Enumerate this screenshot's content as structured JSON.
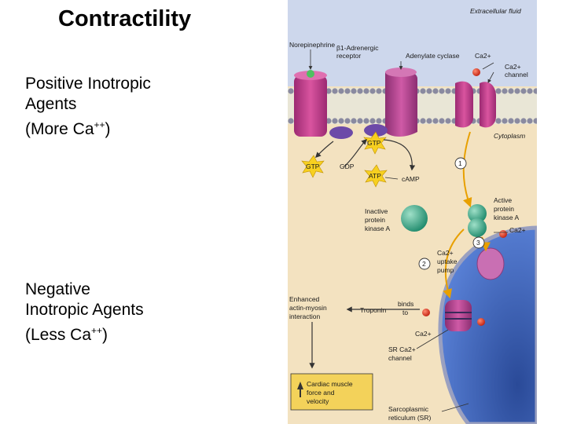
{
  "slide": {
    "title": "Contractility",
    "positive": {
      "line1": "Positive Inotropic",
      "line2": "Agents",
      "line3_pre": "(More Ca",
      "line3_sup": "++",
      "line3_post": ")"
    },
    "negative": {
      "line1": "Negative",
      "line2": "Inotropic Agents",
      "line3_pre": "(Less Ca",
      "line3_sup": "++",
      "line3_post": ")"
    }
  },
  "diagram": {
    "labels": {
      "extracellular": "Extracellular fluid",
      "norepinephrine": "Norepinephrine",
      "beta_receptor_1": "β1-Adrenergic",
      "beta_receptor_2": "receptor",
      "adenylate": "Adenylate cyclase",
      "ca_top": "Ca2+",
      "ca_channel_1": "Ca2+",
      "ca_channel_2": "channel",
      "cytoplasm": "Cytoplasm",
      "gtp_a": "GTP",
      "gtp_b": "GTP",
      "gdp": "GDP",
      "atp": "ATP",
      "camp": "cAMP",
      "step1": "1",
      "step2": "2",
      "step3": "3",
      "inactive_1": "Inactive",
      "inactive_2": "protein",
      "inactive_3": "kinase A",
      "active_1": "Active",
      "active_2": "protein",
      "active_3": "kinase A",
      "ca_mid": "Ca2+",
      "pump_1": "Ca2+",
      "pump_2": "uptake",
      "pump_3": "pump",
      "enhanced_1": "Enhanced",
      "enhanced_2": "actin-myosin",
      "enhanced_3": "interaction",
      "troponin": "Troponin",
      "binds_1": "binds",
      "binds_2": "to",
      "ca_low": "Ca2+",
      "sr_channel_1": "SR Ca2+",
      "sr_channel_2": "channel",
      "cardiac_1": "Cardiac muscle",
      "cardiac_2": "force and",
      "cardiac_3": "velocity",
      "sr_1": "Sarcoplasmic",
      "sr_2": "reticulum (SR)"
    }
  },
  "colors": {
    "background_left": "#ffffff",
    "fluid": "#cdd7ec",
    "cytoplasm": "#f3e2c0",
    "membrane_head": "#8a8aa0",
    "receptor": "#c23a8f",
    "adenylate": "#b84a97",
    "gprotein": "#6c4aa8",
    "kinase": "#3aa88a",
    "sr": "#3a5aa8",
    "calcium": "#e0301e",
    "arrow": "#e8a000",
    "star": "#f7d020",
    "box": "#f3d25a"
  }
}
